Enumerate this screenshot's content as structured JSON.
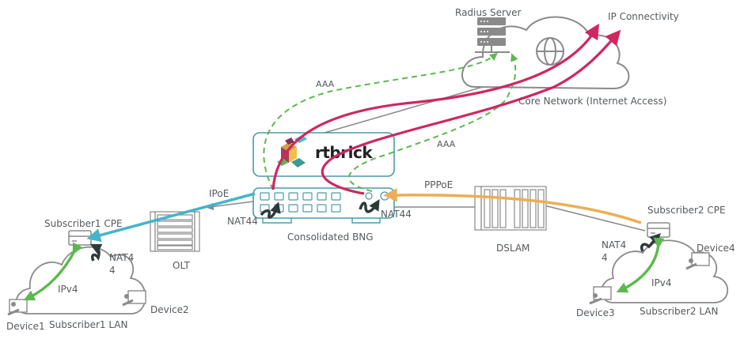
{
  "diagram": {
    "nodes": {
      "radius_server": "Radius Server",
      "ip_connectivity": "IP Connectivity",
      "core_network": "Core Network (Internet Access)",
      "bng": "Consolidated BNG",
      "olt": "OLT",
      "dslam": "DSLAM",
      "sub1_cpe": "Subscriber1 CPE",
      "sub2_cpe": "Subscriber2 CPE",
      "sub1_lan": "Subscriber1 LAN",
      "sub2_lan": "Subscriber2 LAN",
      "device1": "Device1",
      "device2": "Device2",
      "device3": "Device3",
      "device4": "Device4",
      "logo": "rtbrick"
    },
    "links": {
      "aaa_1": "AAA",
      "aaa_2": "AAA",
      "ipoe": "IPoE",
      "pppoe": "PPPoE",
      "nat44_bng_left": "NAT44",
      "nat44_bng_right": "NAT44",
      "nat44_cpe1_a": "NAT4",
      "nat44_cpe1_b": "4",
      "nat44_cpe2_a": "NAT4",
      "nat44_cpe2_b": "4",
      "ipv4_lan1": "IPv4",
      "ipv4_lan2": "IPv4"
    },
    "colors": {
      "ip_path": "#d0265e",
      "aaa_path": "#5cb94d",
      "ipoe_path": "#45b4c9",
      "pppoe_path": "#ecae54",
      "nat_arrow": "#2d3a3a",
      "lan_ipv4": "#5cb94d",
      "outline": "#8a8a8a",
      "bng_outline": "#4a9aa8"
    }
  }
}
